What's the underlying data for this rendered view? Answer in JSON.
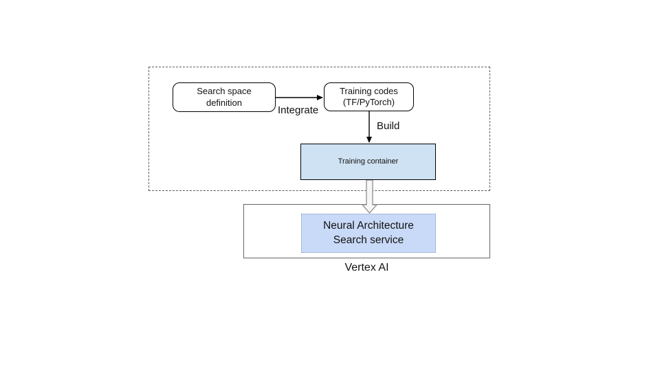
{
  "diagram": {
    "groups": {
      "pipeline": {
        "border_style": "dashed",
        "nodes": {
          "search_space": {
            "label": "Search space\ndefinition"
          },
          "training_codes": {
            "label": "Training codes\n(TF/PyTorch)"
          },
          "training_container": {
            "label": "Training container",
            "fill": "#cfe2f3"
          }
        },
        "edges": {
          "integrate": {
            "label": "Integrate",
            "from": "search_space",
            "to": "training_codes"
          },
          "build": {
            "label": "Build",
            "from": "training_codes",
            "to": "training_container"
          }
        }
      },
      "vertex_ai": {
        "label": "Vertex AI",
        "nodes": {
          "nas_service": {
            "label": "Neural Architecture\nSearch service",
            "fill": "#c9daf8"
          }
        }
      }
    },
    "colors": {
      "background": "#ffffff",
      "node_border": "#000000",
      "node_fill": "#ffffff",
      "group_dashed_border": "#595959",
      "group_solid_border": "#666666",
      "training_container_fill": "#cfe2f3",
      "nas_service_fill": "#c9daf8",
      "nas_service_border": "#8696b5",
      "arrow_color": "#000000",
      "hollow_arrow_fill": "#f7f7f7",
      "hollow_arrow_stroke": "#8c8c8c"
    }
  }
}
